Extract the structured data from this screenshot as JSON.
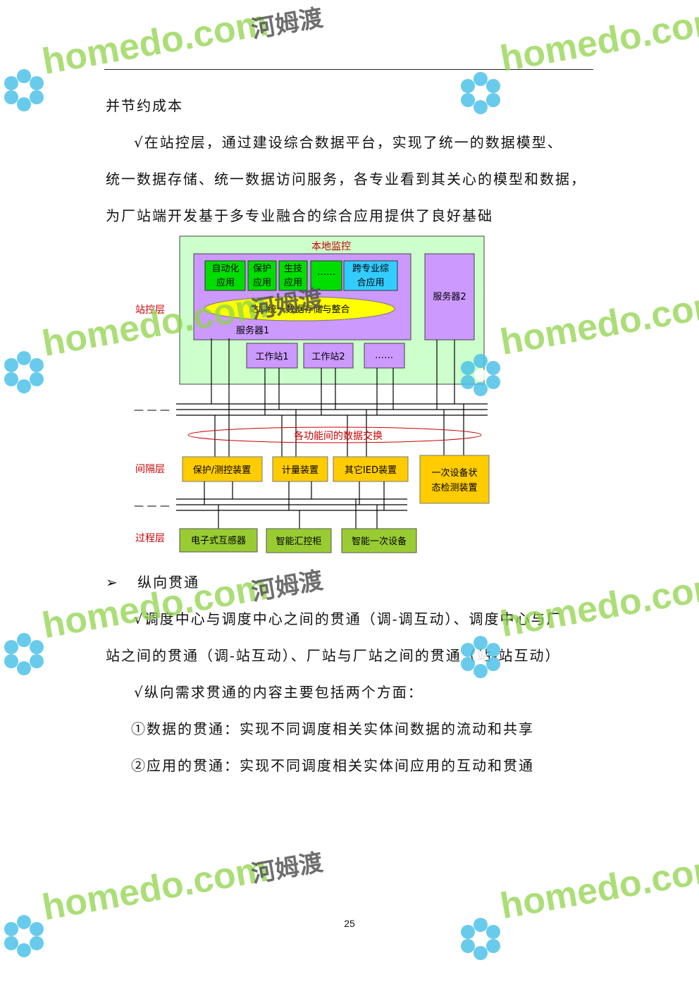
{
  "page": {
    "text_lines": [
      "并节约成本",
      "√在站控层，通过建设综合数据平台，实现了统一的数据模型、",
      "统一数据存储、统一数据访问服务，各专业看到其关心的模型和数据，",
      "为厂站端开发基于多专业融合的综合应用提供了良好基础"
    ],
    "section_heading": "纵向贯通",
    "bullet_symbol": "➢",
    "text_lines_2": [
      "√调度中心与调度中心之间的贯通（调-调互动）、调度中心与厂",
      "站之间的贯通（调-站互动）、厂站与厂站之间的贯通（站-站互动）",
      "√纵向需求贯通的内容主要包括两个方面：",
      "①数据的贯通：实现不同调度相关实体间数据的流动和共享",
      "②应用的贯通：实现不同调度相关实体间应用的互动和贯通"
    ],
    "page_number": "25"
  },
  "diagram": {
    "title": "本地监控",
    "layers": [
      "站控层",
      "间隔层",
      "过程层"
    ],
    "apps": [
      "自动化",
      "应用",
      "保护",
      "应用",
      "生技",
      "应用",
      "……",
      "跨专业综",
      "合应用"
    ],
    "data_platform": "站端统一数据存储与整合",
    "server1": "服务器1",
    "server2": "服务器2",
    "workstations": [
      "工作站1",
      "工作站2",
      "……"
    ],
    "dashes": [
      "— — —",
      "— — —"
    ],
    "exchange": "各功能间的数据交换",
    "bay_devices": [
      "保护/测控装置",
      "计量装置",
      "其它IED装置",
      "一次设备状",
      "态检测装置"
    ],
    "process_devices": [
      "电子式互感器",
      "智能汇控柜",
      "智能一次设备"
    ]
  },
  "watermark": {
    "domain": "homedo.com",
    "brand": "河姆渡"
  },
  "colors": {
    "station_bg": "#ccffcc",
    "server_purple": "#cc99ff",
    "app_green": "#00dd00",
    "app_blue": "#33ccff",
    "platform_yellow": "#ffff00",
    "bay_orange": "#ffcc00",
    "process_green": "#99cc33",
    "title_red": "#cc0000",
    "watermark_green": "#8fd44a"
  }
}
